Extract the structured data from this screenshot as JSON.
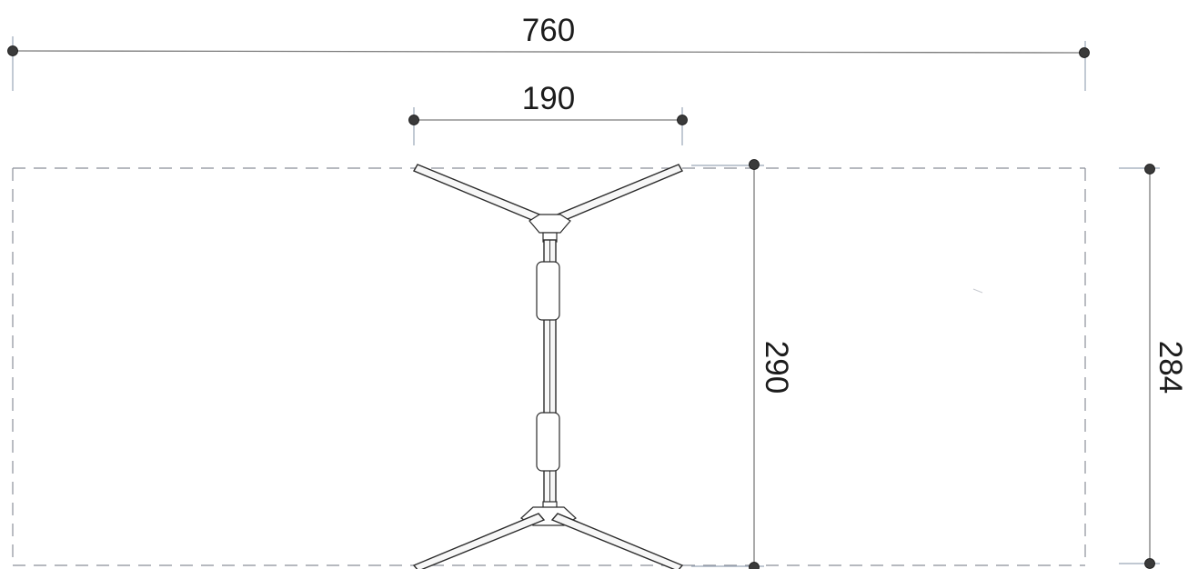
{
  "dimensions": {
    "overall_width": "760",
    "leg_span": "190",
    "frame_depth": "290",
    "top_depth": "284"
  }
}
